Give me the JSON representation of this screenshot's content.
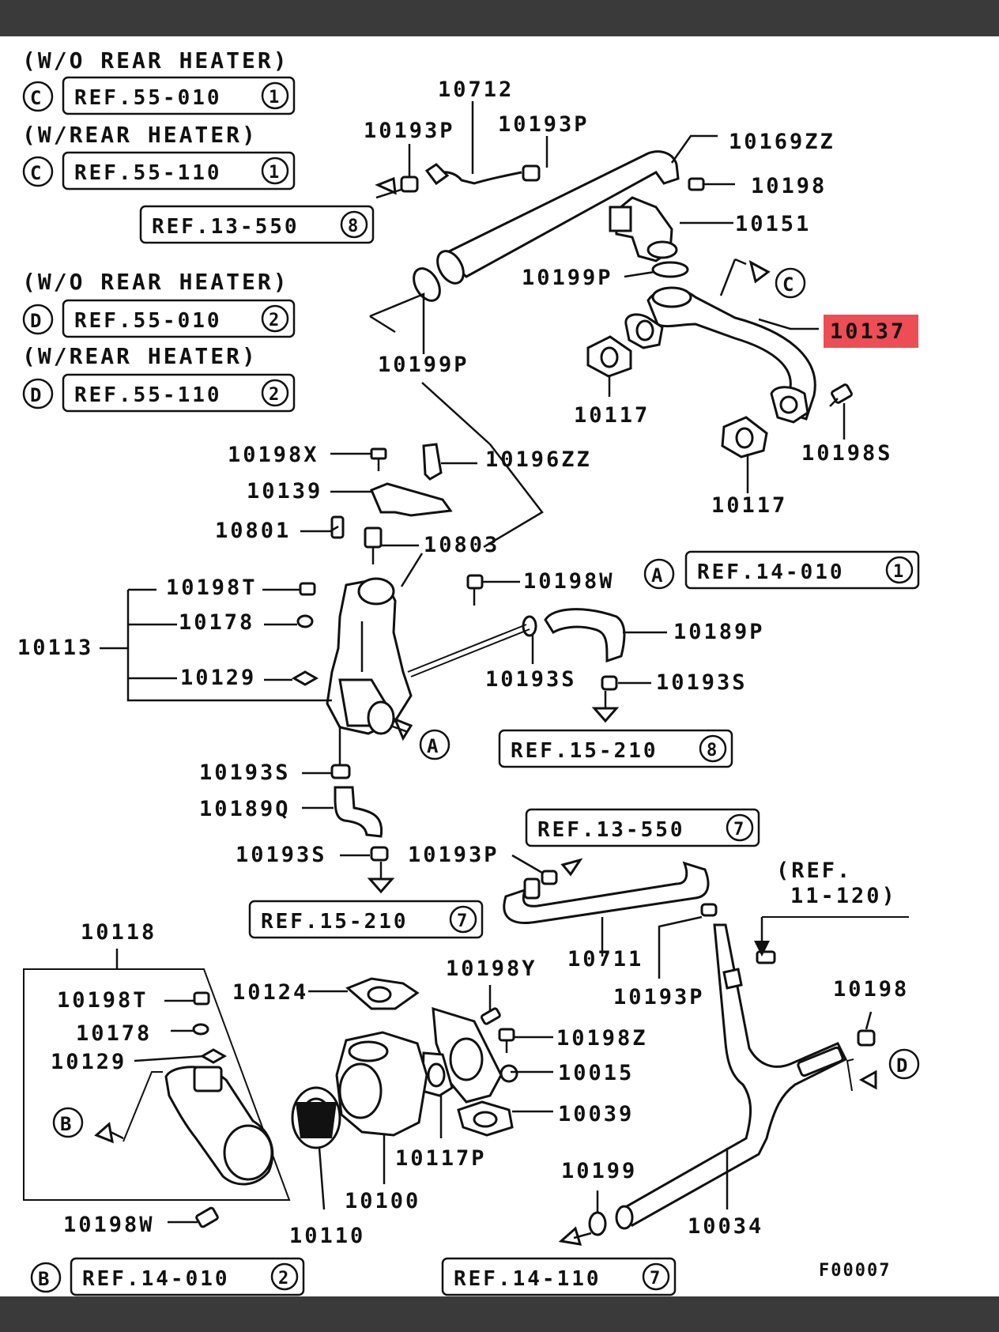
{
  "headers": {
    "c_without": "(W/O REAR HEATER)",
    "c_with": "(W/REAR HEATER)",
    "d_without": "(W/O REAR HEATER)",
    "d_with": "(W/REAR HEATER)"
  },
  "refs": {
    "c1": "REF.55-010",
    "c1_num": "1",
    "c2": "REF.55-110",
    "c2_num": "1",
    "r13550a": "REF.13-550",
    "r13550a_num": "8",
    "d1": "REF.55-010",
    "d1_num": "2",
    "d2": "REF.55-110",
    "d2_num": "2",
    "a14010": "REF.14-010",
    "a14010_num": "1",
    "r15210a": "REF.15-210",
    "r15210a_num": "8",
    "r13550b": "REF.13-550",
    "r13550b_num": "7",
    "r15210b": "REF.15-210",
    "r15210b_num": "7",
    "b14010": "REF.14-010",
    "b14010_num": "2",
    "r14110": "REF.14-110",
    "r14110_num": "7",
    "ref_11_line1": "(REF.",
    "ref_11_line2": "11-120)"
  },
  "markers": {
    "a": "A",
    "b": "B",
    "c": "C",
    "d": "D"
  },
  "parts": {
    "p10712": "10712",
    "p10193p_1": "10193P",
    "p10193p_2": "10193P",
    "p10169zz": "10169ZZ",
    "p10198_top": "10198",
    "p10151": "10151",
    "p10199p_1": "10199P",
    "p10137": "10137",
    "p10199p_2": "10199P",
    "p10117_1": "10117",
    "p10198s": "10198S",
    "p10117_2": "10117",
    "p10198x": "10198X",
    "p10196zz": "10196ZZ",
    "p10139": "10139",
    "p10801": "10801",
    "p10803": "10803",
    "p10198t_1": "10198T",
    "p10198w_1": "10198W",
    "p10178_1": "10178",
    "p10189p": "10189P",
    "p10113": "10113",
    "p10129_1": "10129",
    "p10193s_1": "10193S",
    "p10193s_2": "10193S",
    "p10193s_3": "10193S",
    "p10189q": "10189Q",
    "p10193s_4": "10193S",
    "p10193p_3": "10193P",
    "p10118": "10118",
    "p10711": "10711",
    "p10124": "10124",
    "p10198y": "10198Y",
    "p10193p_4": "10193P",
    "p10198_right": "10198",
    "p10198t_2": "10198T",
    "p10178_2": "10178",
    "p10198z": "10198Z",
    "p10129_2": "10129",
    "p10015": "10015",
    "p10039": "10039",
    "p10117p": "10117P",
    "p10199": "10199",
    "p10100": "10100",
    "p10034": "10034",
    "p10198w_2": "10198W",
    "p10110": "10110"
  },
  "figure_code": "F00007",
  "highlight_color": "#e8212b",
  "bar_color": "#3a3a3a"
}
